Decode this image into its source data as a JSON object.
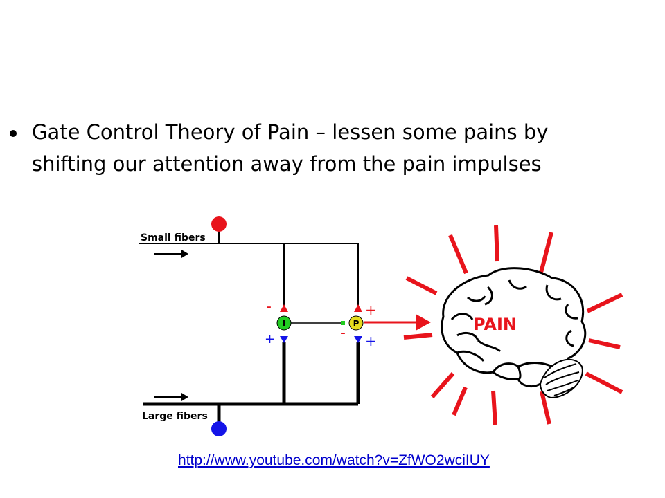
{
  "slide": {
    "bullet_text": "Gate Control Theory of Pain – lessen some pains by shifting our attention away from the pain impulses"
  },
  "diagram": {
    "small_fibers_label": "Small fibers",
    "large_fibers_label": "Large fibers",
    "interneuron_label": "I",
    "projection_label": "P",
    "sign_i_top": "-",
    "sign_i_bottom": "+",
    "sign_p_top": "+",
    "sign_p_left": "-",
    "sign_p_bottom": "+",
    "pain_label": "PAIN",
    "colors": {
      "small_fiber": "#e8141c",
      "large_fiber": "#1414e8",
      "interneuron": "#22cc22",
      "projection": "#e6dc1e",
      "pain_red": "#e8141c",
      "wire": "#000000"
    }
  },
  "link": {
    "text": "http://www.youtube.com/watch?v=ZfWO2wciIUY"
  }
}
